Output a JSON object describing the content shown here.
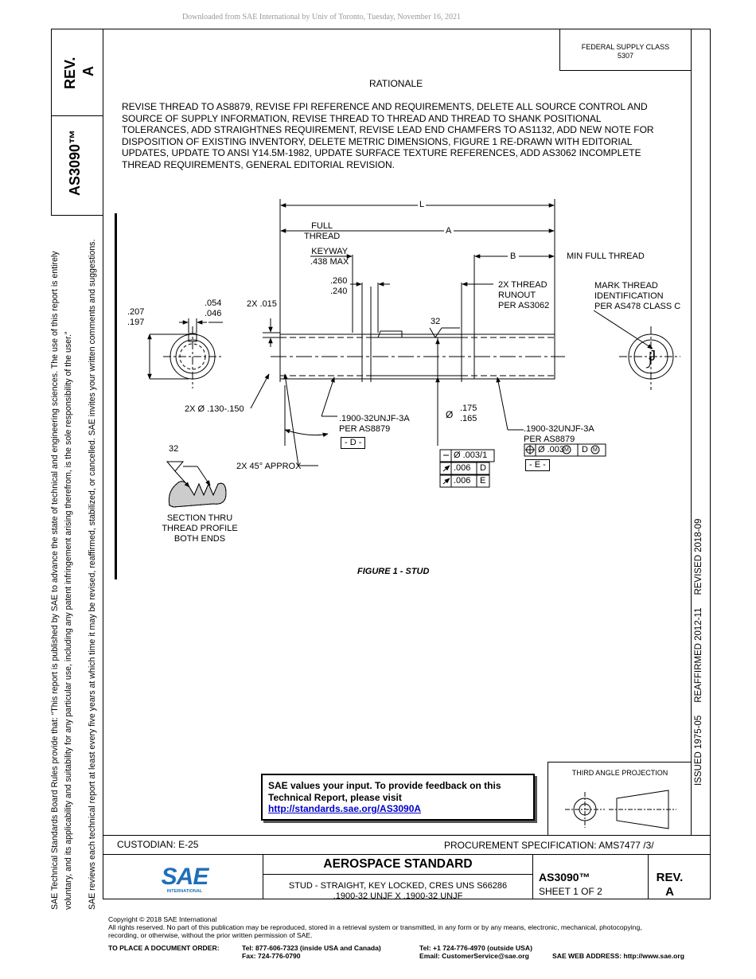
{
  "download_header": "Downloaded from SAE International by Univ of Toronto, Tuesday, November 16, 2021",
  "left_notice": {
    "line1": "SAE Technical Standards Board Rules provide that: “This report is published by SAE to advance the state of technical and engineering sciences. The use of this report is entirely",
    "line2": "voluntary, and its applicability and suitability for any particular use, including any patent infringement arising therefrom, is the sole responsibility of the user.”",
    "line3": "SAE reviews each technical report at least every five years at which time it may be revised, reaffirmed, stabilized, or cancelled. SAE invites your written comments and suggestions."
  },
  "doc_tab": {
    "rev_label": "REV.",
    "rev_value": "A",
    "doc_number": "AS3090™"
  },
  "federal_supply": {
    "label": "FEDERAL SUPPLY CLASS",
    "value": "5307"
  },
  "rationale": {
    "heading": "RATIONALE",
    "lines": [
      "REVISE THREAD TO AS8879, REVISE FPI REFERENCE AND REQUIREMENTS, DELETE ALL SOURCE CONTROL AND",
      "SOURCE OF SUPPLY INFORMATION, REVISE THREAD TO THREAD AND THREAD TO SHANK POSITIONAL",
      "TOLERANCES, ADD STRAIGHTNES REQUIREMENT, REVISE LEAD END CHAMFERS TO AS1132, ADD NEW NOTE FOR",
      "DISPOSITION OF EXISTING INVENTORY, DELETE METRIC DIMENSIONS, FIGURE 1 RE-DRAWN WITH EDITORIAL",
      "UPDATES, UPDATE TO ANSI Y14.5M-1982, UPDATE SURFACE TEXTURE REFERENCES, ADD AS3062 INCOMPLETE",
      "THREAD REQUIREMENTS, GENERAL EDITORIAL REVISION."
    ]
  },
  "drawing": {
    "dim_L": "L",
    "full_thread": [
      "FULL",
      "THREAD"
    ],
    "dim_A": "A",
    "keyway": [
      "KEYWAY",
      ".438 MAX"
    ],
    "dim_B": "B",
    "min_full_thread": "MIN FULL THREAD",
    "key_len": [
      ".260",
      ".240"
    ],
    "thread_runout": [
      "2X THREAD",
      "RUNOUT",
      "PER AS3062"
    ],
    "mark_thread": [
      "MARK THREAD",
      "IDENTIFICATION",
      "PER AS478 CLASS C"
    ],
    "end_dia": [
      ".207",
      ".197"
    ],
    "key_width": [
      ".054",
      ".046"
    ],
    "chamfer_rad": "2X .015",
    "surface_finish": "32",
    "hole": "2X Ø .130-.150",
    "thread_left": [
      ".1900-32UNJF-3A",
      "PER AS8879"
    ],
    "datum_d": "- D -",
    "shank_dia_symbol": "Ø",
    "shank_dia": [
      ".175",
      ".165"
    ],
    "thread_right": [
      ".1900-32UNJF-3A",
      "PER AS8879"
    ],
    "position_tol": "Ø .003",
    "modifier_m": "M",
    "datum_ref_d": "D",
    "datum_e": "- E -",
    "chamfer_angle": "2X 45° APPROX",
    "fcf_straightness": "Ø .003/1",
    "fcf_runout1": ".006",
    "fcf_runout1_datum": "D",
    "fcf_runout2": ".006",
    "fcf_runout2_datum": "E",
    "profile_finish": "32",
    "section_note": [
      "SECTION THRU",
      "THREAD PROFILE",
      "BOTH ENDS"
    ],
    "thread_id_mark": "J",
    "figure_caption": "FIGURE 1 - STUD"
  },
  "right_stamp": "ISSUED 1975-05     REAFFIRMED 2012-11     REVISED 2018-09",
  "feedback": {
    "line1": "SAE values your input. To provide feedback on this",
    "line2": "Technical Report, please visit",
    "link": "http://standards.sae.org/AS3090A"
  },
  "projection": {
    "label": "THIRD ANGLE PROJECTION"
  },
  "custodian": "CUSTODIAN: E-25",
  "procurement": "PROCUREMENT SPECIFICATION: AMS7477 /3/",
  "title_block": {
    "heading": "AEROSPACE STANDARD",
    "desc1": "STUD - STRAIGHT, KEY LOCKED, CRES UNS S66286",
    "desc2": ".1900-32 UNJF X .1900-32 UNJF",
    "doc_number": "AS3090™",
    "sheet": "SHEET 1 OF 2",
    "rev_label": "REV.",
    "rev_value": "A",
    "logo_text": "SAE",
    "logo_sub": "INTERNATIONAL",
    "logo_color": "#1f6fb8"
  },
  "footer": {
    "copyright": "Copyright © 2018 SAE International",
    "rights1": "All rights reserved. No part of this publication may be reproduced, stored in a retrieval system or transmitted, in any form or by any means, electronic, mechanical, photocopying,",
    "rights2": "recording, or otherwise, without the prior written permission of SAE.",
    "order_label": "TO PLACE A DOCUMENT ORDER:",
    "tel_us": "Tel: 877-606-7323 (inside USA and Canada)",
    "fax": "Fax: 724-776-0790",
    "tel_intl": "Tel: +1 724-776-4970 (outside USA)",
    "email": "Email: CustomerService@sae.org",
    "web": "SAE WEB ADDRESS: http://www.sae.org"
  }
}
